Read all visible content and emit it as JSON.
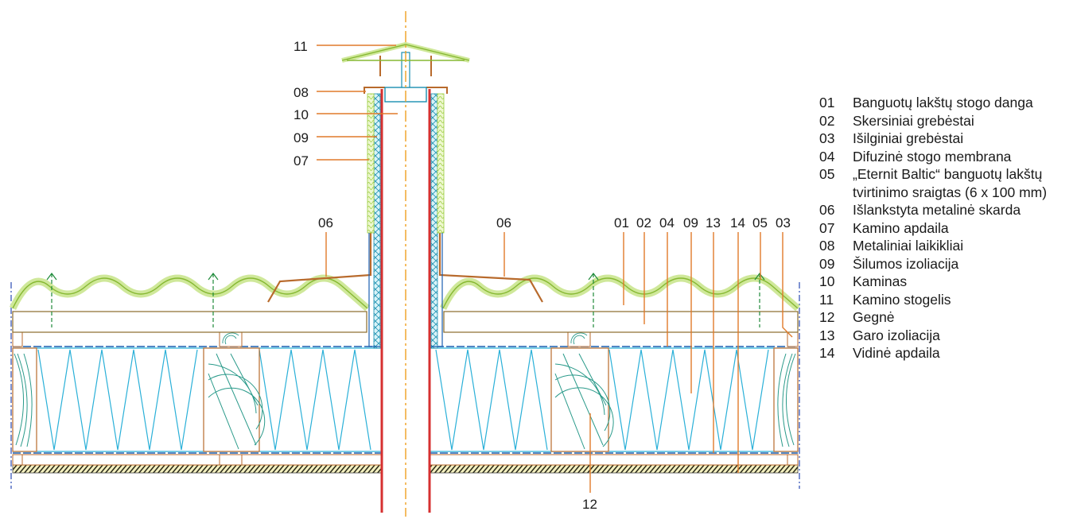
{
  "callouts": {
    "c11": "11",
    "c08": "08",
    "c10": "10",
    "c09": "09",
    "c07": "07",
    "c06_left": "06",
    "c06_right": "06",
    "c01": "01",
    "c02": "02",
    "c04": "04",
    "c09b": "09",
    "c13": "13",
    "c14": "14",
    "c05": "05",
    "c03": "03",
    "c12": "12"
  },
  "legend": [
    {
      "num": "01",
      "text": "Banguotų lakštų stogo danga"
    },
    {
      "num": "02",
      "text": "Skersiniai grebėstai"
    },
    {
      "num": "03",
      "text": "Išilginiai grebėstai"
    },
    {
      "num": "04",
      "text": "Difuzinė stogo membrana"
    },
    {
      "num": "05",
      "text": "„Eternit Baltic“ banguotų lakštų",
      "cont": "tvirtinimo sraigtas (6 x 100 mm)"
    },
    {
      "num": "06",
      "text": "Išlankstyta metalinė skarda"
    },
    {
      "num": "07",
      "text": "Kamino apdaila"
    },
    {
      "num": "08",
      "text": "Metaliniai laikikliai"
    },
    {
      "num": "09",
      "text": "Šilumos izoliacija"
    },
    {
      "num": "10",
      "text": "Kaminas"
    },
    {
      "num": "11",
      "text": "Kamino stogelis"
    },
    {
      "num": "12",
      "text": "Gegnė"
    },
    {
      "num": "13",
      "text": "Garo izoliacija"
    },
    {
      "num": "14",
      "text": "Vidinė apdaila"
    }
  ]
}
